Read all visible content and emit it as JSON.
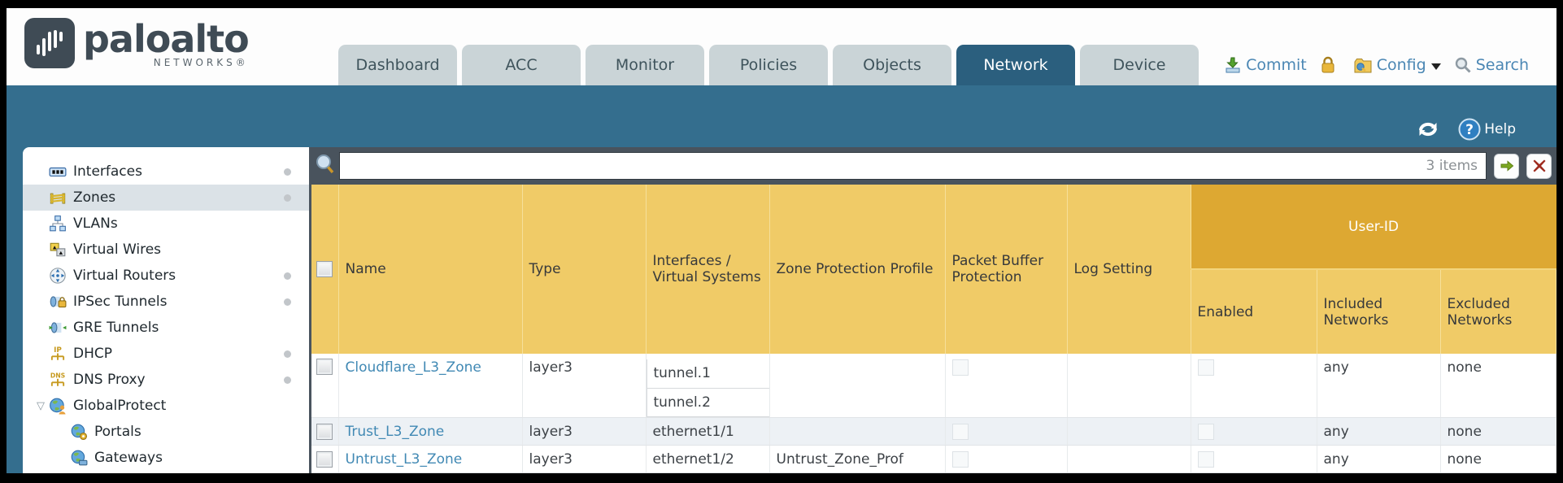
{
  "colors": {
    "teal_band": "#346E8E",
    "active_tab": "#2B5F7E",
    "table_header_gold": "#F0CB67",
    "user_id_band_gold": "#DDA832",
    "toolbar_gray": "#49535D",
    "link_blue": "#4189B4",
    "logo_slate": "#3F4B55"
  },
  "brand": {
    "word": "paloalto",
    "sub": "NETWORKS®"
  },
  "nav_tabs": [
    {
      "label": "Dashboard",
      "active": false
    },
    {
      "label": "ACC",
      "active": false
    },
    {
      "label": "Monitor",
      "active": false
    },
    {
      "label": "Policies",
      "active": false
    },
    {
      "label": "Objects",
      "active": false
    },
    {
      "label": "Network",
      "active": true
    },
    {
      "label": "Device",
      "active": false
    }
  ],
  "top_actions": {
    "commit": "Commit",
    "config": "Config",
    "search": "Search"
  },
  "teal_bar": {
    "help": "Help"
  },
  "sidebar": {
    "items": [
      {
        "label": "Interfaces"
      },
      {
        "label": "Zones"
      },
      {
        "label": "VLANs"
      },
      {
        "label": "Virtual Wires"
      },
      {
        "label": "Virtual Routers"
      },
      {
        "label": "IPSec Tunnels"
      },
      {
        "label": "GRE Tunnels"
      },
      {
        "label": "DHCP"
      },
      {
        "label": "DNS Proxy"
      },
      {
        "label": "GlobalProtect"
      },
      {
        "label": "Portals"
      },
      {
        "label": "Gateways"
      }
    ],
    "selected": "Zones"
  },
  "toolbar": {
    "filter_value": "",
    "count": "3 items"
  },
  "table": {
    "group_header": "User-ID",
    "columns": [
      "Name",
      "Type",
      "Interfaces / Virtual Systems",
      "Zone Protection Profile",
      "Packet Buffer Protection",
      "Log Setting",
      "Enabled",
      "Included Networks",
      "Excluded Networks"
    ],
    "rows": [
      {
        "name": "Cloudflare_L3_Zone",
        "type": "layer3",
        "interfaces": [
          "tunnel.1",
          "tunnel.2"
        ],
        "zone_protection_profile": "",
        "log_setting": "",
        "included_networks": "any",
        "excluded_networks": "none"
      },
      {
        "name": "Trust_L3_Zone",
        "type": "layer3",
        "interfaces": [
          "ethernet1/1"
        ],
        "zone_protection_profile": "",
        "log_setting": "",
        "included_networks": "any",
        "excluded_networks": "none"
      },
      {
        "name": "Untrust_L3_Zone",
        "type": "layer3",
        "interfaces": [
          "ethernet1/2"
        ],
        "zone_protection_profile": "Untrust_Zone_Prof",
        "log_setting": "",
        "included_networks": "any",
        "excluded_networks": "none"
      }
    ]
  }
}
